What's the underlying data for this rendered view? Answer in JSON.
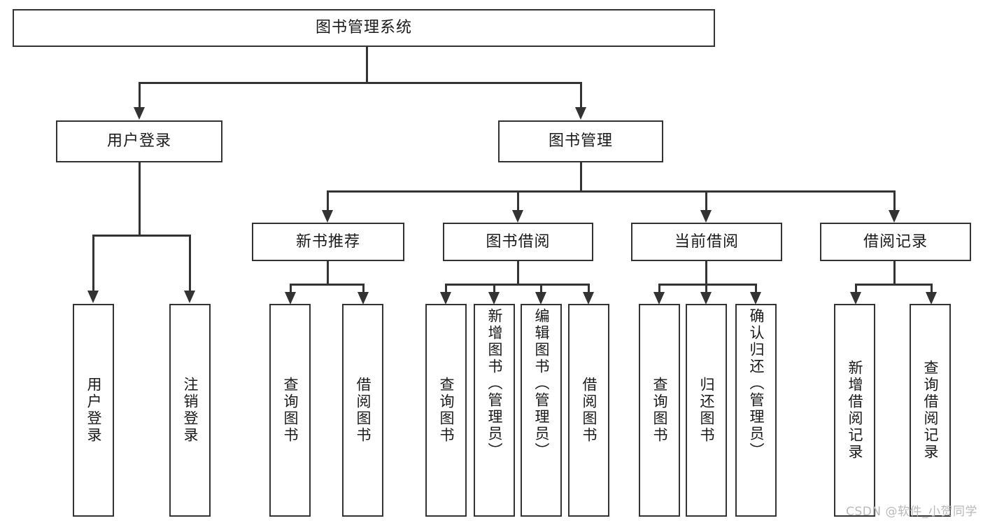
{
  "diagram": {
    "title": "图书管理系统",
    "type": "tree-hierarchy",
    "root": {
      "label": "图书管理系统"
    },
    "level2": [
      {
        "label": "用户登录"
      },
      {
        "label": "图书管理"
      }
    ],
    "level3": [
      {
        "label": "新书推荐"
      },
      {
        "label": "图书借阅"
      },
      {
        "label": "当前借阅"
      },
      {
        "label": "借阅记录"
      }
    ],
    "leaves": {
      "user_login": [
        {
          "label": "用户登录"
        },
        {
          "label": "注销登录"
        }
      ],
      "new_book_recommend": [
        {
          "label": "查询图书"
        },
        {
          "label": "借阅图书"
        }
      ],
      "book_borrow": [
        {
          "label": "查询图书"
        },
        {
          "label": "新增图书（管理员）"
        },
        {
          "label": "编辑图书（管理员）"
        },
        {
          "label": "借阅图书"
        }
      ],
      "current_borrow": [
        {
          "label": "查询图书"
        },
        {
          "label": "归还图书"
        },
        {
          "label": "确认归还（管理员）"
        }
      ],
      "borrow_record": [
        {
          "label": "新增借阅记录"
        },
        {
          "label": "查询借阅记录"
        }
      ]
    }
  },
  "watermark": {
    "text": "CSDN @软件_小贺同学"
  },
  "colors": {
    "stroke": "#333333",
    "background": "#ffffff",
    "text": "#1a1a1a",
    "watermark": "#b9b9b9"
  }
}
